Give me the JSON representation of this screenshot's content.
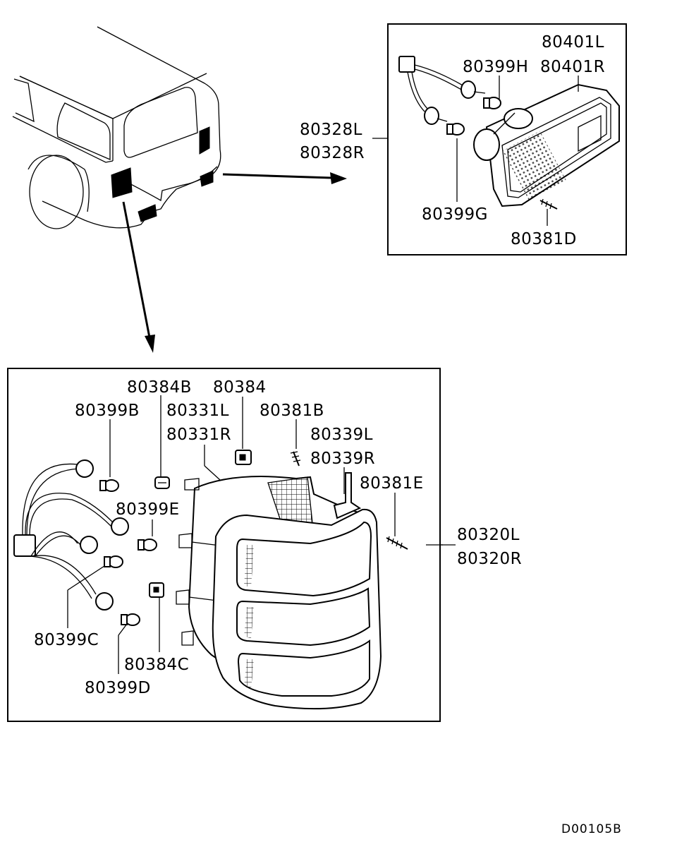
{
  "diagram_code": "D00105B",
  "top_panel": {
    "parts": {
      "lamp_l": "80401L",
      "lamp_r": "80401R",
      "bulb_h": "80399H",
      "assy_l": "80328L",
      "assy_r": "80328R",
      "bulb_g": "80399G",
      "screw_d": "80381D"
    }
  },
  "bottom_panel": {
    "parts": {
      "clip_b": "80384B",
      "clip": "80384",
      "bulb_b": "80399B",
      "gasket_l": "80331L",
      "gasket_r": "80331R",
      "screw_b": "80381B",
      "nut_l": "80339L",
      "nut_r": "80339R",
      "screw_e": "80381E",
      "bulb_e": "80399E",
      "lamp_l": "80320L",
      "lamp_r": "80320R",
      "bulb_c": "80399C",
      "clip_c": "80384C",
      "bulb_d": "80399D"
    }
  }
}
